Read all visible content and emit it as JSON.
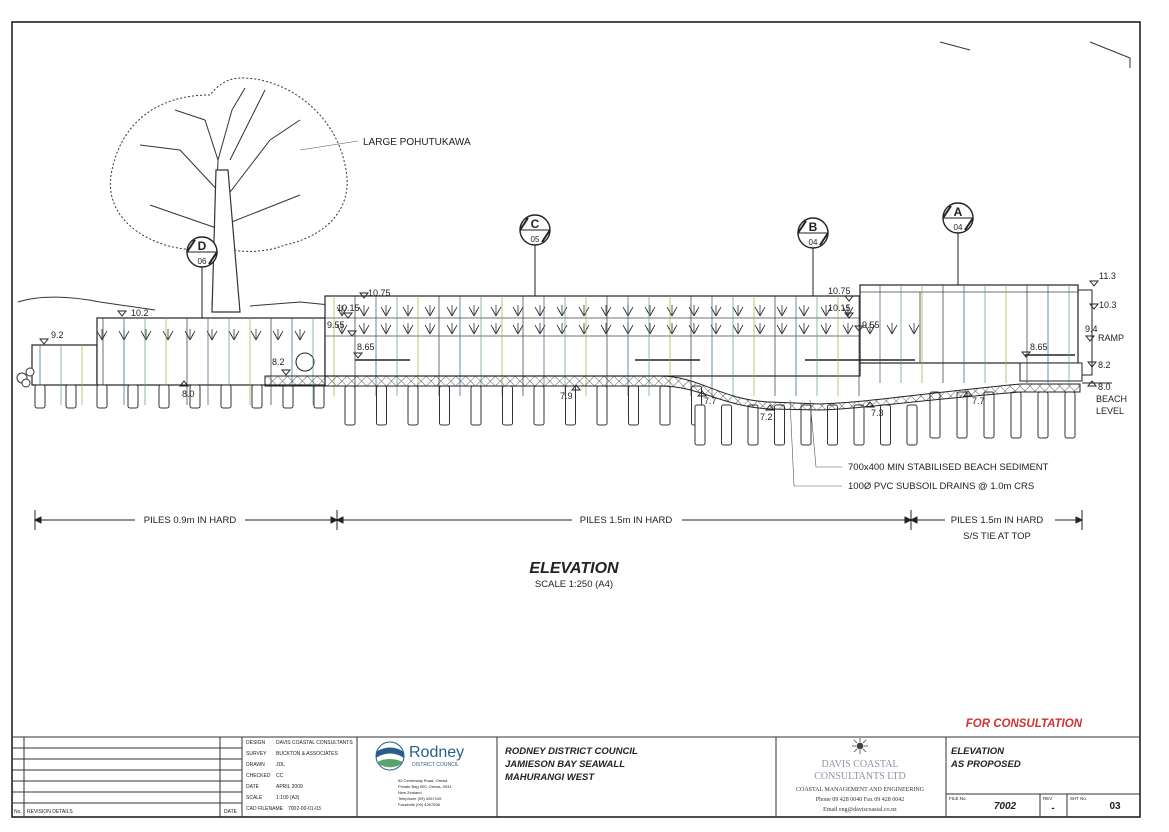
{
  "drawing": {
    "tree_label": "LARGE POHUTUKAWA",
    "markers": [
      {
        "letter": "D",
        "sheet": "06"
      },
      {
        "letter": "C",
        "sheet": "05"
      },
      {
        "letter": "B",
        "sheet": "04"
      },
      {
        "letter": "A",
        "sheet": "04"
      }
    ],
    "levels": {
      "l1": "10.2",
      "l2": "9.2",
      "l3": "10.75",
      "l4": "10.15",
      "l5": "9.55",
      "l6": "8.65",
      "l7": "8.2",
      "l8": "8.0",
      "l9": "7.9",
      "l10": "7.7",
      "l11": "7.2",
      "l12": "7.3",
      "l13": "7.7",
      "l14": "10.75",
      "l15": "10.15",
      "l16": "9.55",
      "l17": "8.65",
      "l18": "11.3",
      "l19": "10.3",
      "l20": "9.4",
      "l21": "RAMP",
      "l22": "8.2",
      "l23": "8.0",
      "l24": "BEACH",
      "l25": "LEVEL"
    },
    "notes": {
      "sediment": "700x400 MIN STABILISED BEACH SEDIMENT",
      "drains": "100Ø PVC SUBSOIL DRAINS @ 1.0m CRS"
    },
    "piles": {
      "seg1": "PILES 0.9m IN HARD",
      "seg2": "PILES 1.5m IN HARD",
      "seg3a": "PILES 1.5m IN HARD",
      "seg3b": "S/S TIE AT TOP"
    },
    "view_title": "ELEVATION",
    "view_scale": "SCALE 1:250 (A4)",
    "status_stamp": "FOR CONSULTATION"
  },
  "title_block": {
    "revision": {
      "no": "No.",
      "details": "REVISION DETAILS",
      "date": "DATE"
    },
    "fields": [
      {
        "label": "DESIGN",
        "value": "DAVIS COASTAL CONSULTANTS"
      },
      {
        "label": "SURVEY",
        "value": "BUCKTON & ASSOCIATES"
      },
      {
        "label": "DRAWN",
        "value": "JDL"
      },
      {
        "label": "CHECKED",
        "value": "CC"
      },
      {
        "label": "DATE",
        "value": "APRIL 2009"
      },
      {
        "label": "SCALE",
        "value": "1:100 (A3)"
      },
      {
        "label": "CAD FILENAME",
        "value": "7002-00-01-03"
      }
    ],
    "council": {
      "logo_name": "Rodney",
      "logo_sub": "DISTRICT COUNCIL",
      "address": [
        "50 Centreway Road, Orewa",
        "Private Bag 500, Orewa, 0931",
        "New Zealand",
        "Telephone (09) 4267149",
        "Facsimile (09) 4267098"
      ]
    },
    "project": {
      "line1": "RODNEY DISTRICT COUNCIL",
      "line2": "JAMIESON BAY SEAWALL",
      "line3": "MAHURANGI WEST"
    },
    "consultant": {
      "name1": "DAVIS COASTAL",
      "name2": "CONSULTANTS LTD",
      "service": "COASTAL MANAGEMENT AND ENGINEERING",
      "phone": "Phone 09 428 0040  Fax 09 428 0042",
      "email": "Email eng@daviscoastal.co.nz"
    },
    "drawing_title": {
      "line1": "ELEVATION",
      "line2": "AS PROPOSED"
    },
    "numbers": {
      "file_label": "FILE No.",
      "file_value": "7002",
      "rev_label": "REV",
      "rev_value": "-",
      "sheet_label": "SHT No.",
      "sheet_value": "03"
    }
  },
  "colors": {
    "line": "#222222",
    "stamp_red": "#d23232",
    "logo_blue": "#2a5c8c",
    "logo_green": "#5aa26a",
    "consultant_grey": "#8a95a5"
  }
}
